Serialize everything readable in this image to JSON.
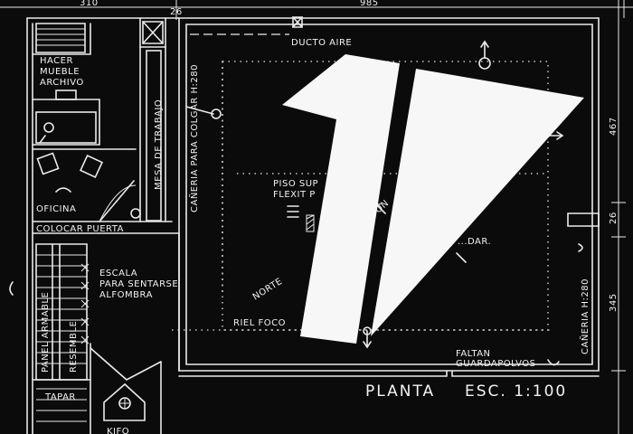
{
  "dimensions": {
    "top_left": "310",
    "top_small": "26",
    "top_right": "985",
    "right_upper": "467",
    "right_mid": "26",
    "right_lower": "345"
  },
  "rooms": {
    "office_fixture": "HACER MUEBLE ARCHIVO",
    "office": "OFICINA",
    "door": "COLOCAR PUERTA",
    "worktable": "MESA DE TRABAJO",
    "conduit": "CAÑERIA PARA COLGAR H:280",
    "stair_note": "ESCALA PARA SENTARSE ALFOMBRA",
    "left_vertical_1": "PANEL ARMABLE",
    "left_vertical_2": "RESEMBLE",
    "bottom_left": "TAPAR",
    "bottom_bath": "KIFO"
  },
  "floor": {
    "air_duct": "DUCTO AIRE",
    "floor_note": "PISO SUP FLEXIT P",
    "floor_note_right": "ON",
    "mid_note": "...DAR.",
    "north": "NORTE",
    "rail": "RIEL FOCO",
    "conduit_right": "CAÑERIA H:280",
    "missing": "FALTAN GUARDAPOLVOS"
  },
  "title": {
    "label": "PLANTA",
    "scale": "ESC. 1:100"
  },
  "logo": {
    "name": "1V-logo",
    "color": "#f7f7f7"
  }
}
